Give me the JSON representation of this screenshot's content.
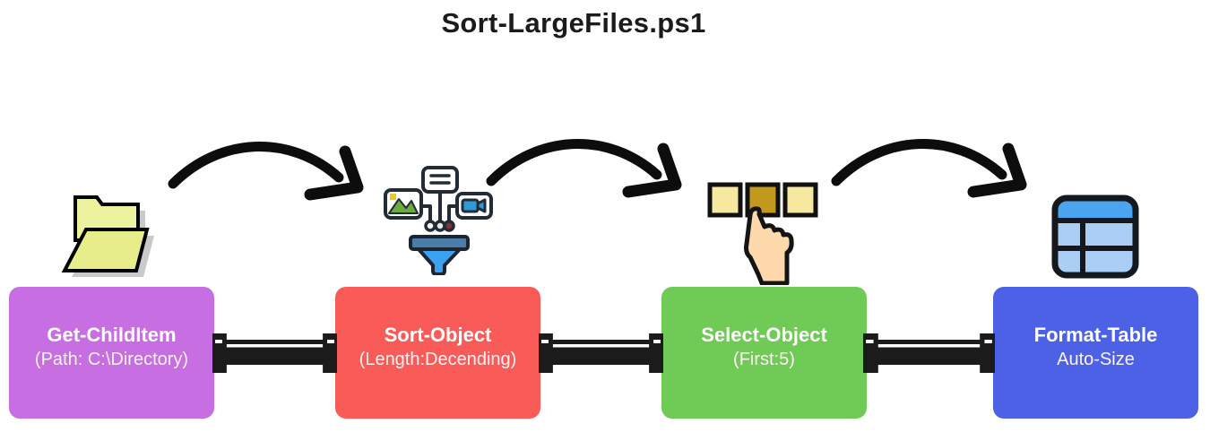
{
  "title": "Sort-LargeFiles.ps1",
  "pipeline": {
    "steps": [
      {
        "name": "Get-ChildItem",
        "param": "(Path: C:\\Directory)",
        "color": "#c76ee2",
        "icon": "folder-icon"
      },
      {
        "name": "Sort-Object",
        "param": "(Length:Decending)",
        "color": "#f95b59",
        "icon": "funnel-sort-icon"
      },
      {
        "name": "Select-Object",
        "param": "(First:5)",
        "color": "#6fca56",
        "icon": "select-hand-icon"
      },
      {
        "name": "Format-Table",
        "param": "Auto-Size",
        "color": "#4c61e6",
        "icon": "table-icon"
      }
    ],
    "connector_color": "#1b1b1b",
    "arrow_color": "#0d0d0d",
    "icon_colors": {
      "folder_fill": "#ebf09a",
      "funnel_blue": "#3da1f2",
      "funnel_bar": "#4b7da9",
      "square_light": "#f7e8a0",
      "square_selected": "#c1991d",
      "hand_skin": "#fcd8ab",
      "table_header": "#4aa4f0",
      "table_cell": "#abcef5"
    }
  }
}
